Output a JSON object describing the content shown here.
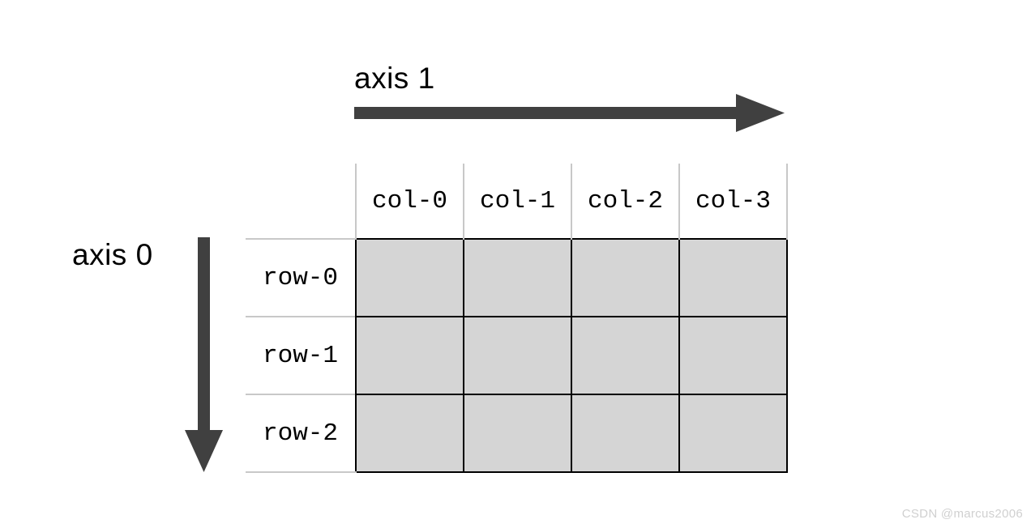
{
  "figure": {
    "title": "numpy 2D array axes diagram",
    "background_color": "#ffffff",
    "arrow_color": "#404040",
    "cell_fill_color": "#d5d5d5",
    "cell_border_color": "#000000",
    "guide_line_color": "#c8c8c8",
    "text_color": "#000000"
  },
  "axes": {
    "axis1": {
      "label": "axis 1",
      "direction": "right",
      "icon": "arrow-right-icon"
    },
    "axis0": {
      "label": "axis 0",
      "direction": "down",
      "icon": "arrow-down-icon"
    }
  },
  "table": {
    "column_headers": [
      "col-0",
      "col-1",
      "col-2",
      "col-3"
    ],
    "row_headers": [
      "row-0",
      "row-1",
      "row-2"
    ],
    "shape": [
      3,
      4
    ],
    "cells": [
      [
        "",
        "",
        "",
        ""
      ],
      [
        "",
        "",
        "",
        ""
      ],
      [
        "",
        "",
        "",
        ""
      ]
    ]
  },
  "watermark": {
    "text": "CSDN @marcus2006"
  }
}
